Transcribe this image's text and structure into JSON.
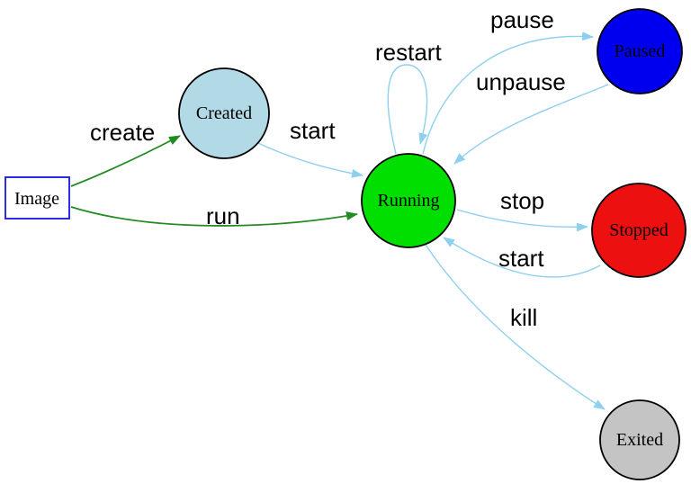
{
  "diagram": {
    "kind": "state-transition-diagram"
  },
  "colors": {
    "background": "#ffffff",
    "edge_blue": "#8fd0ee",
    "edge_green": "#228b22",
    "node_border": "#000000",
    "image_border": "#1414e0",
    "label_text": "#000000"
  },
  "nodes": [
    {
      "id": "image",
      "label": "Image",
      "shape": "rectangle",
      "fill": "#ffffff",
      "stroke": "#1414e0"
    },
    {
      "id": "created",
      "label": "Created",
      "shape": "circle",
      "fill": "#b2d9e6",
      "stroke": "#000000"
    },
    {
      "id": "running",
      "label": "Running",
      "shape": "circle",
      "fill": "#00df00",
      "stroke": "#000000"
    },
    {
      "id": "paused",
      "label": "Paused",
      "shape": "circle",
      "fill": "#0000ee",
      "stroke": "#000000"
    },
    {
      "id": "stopped",
      "label": "Stopped",
      "shape": "circle",
      "fill": "#ec1010",
      "stroke": "#000000"
    },
    {
      "id": "exited",
      "label": "Exited",
      "shape": "circle",
      "fill": "#c4c4c4",
      "stroke": "#000000"
    }
  ],
  "edges": [
    {
      "label": "create",
      "from": "Image",
      "to": "Created",
      "color": "#228b22"
    },
    {
      "label": "run",
      "from": "Image",
      "to": "Running",
      "color": "#228b22"
    },
    {
      "label": "start",
      "from": "Created",
      "to": "Running",
      "color": "#8fd0ee"
    },
    {
      "label": "restart",
      "from": "Running",
      "to": "Running",
      "color": "#8fd0ee"
    },
    {
      "label": "pause",
      "from": "Running",
      "to": "Paused",
      "color": "#8fd0ee"
    },
    {
      "label": "unpause",
      "from": "Paused",
      "to": "Running",
      "color": "#8fd0ee"
    },
    {
      "label": "stop",
      "from": "Running",
      "to": "Stopped",
      "color": "#8fd0ee"
    },
    {
      "label": "start",
      "from": "Stopped",
      "to": "Running",
      "color": "#8fd0ee"
    },
    {
      "label": "kill",
      "from": "Running",
      "to": "Exited",
      "color": "#8fd0ee"
    }
  ]
}
